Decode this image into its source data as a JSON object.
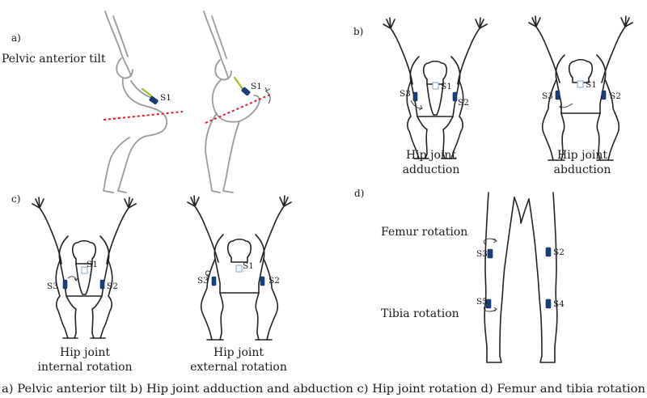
{
  "panels": {
    "a": {
      "tag": "a)",
      "title": "Pelvic anterior tilt",
      "sensor": "S1"
    },
    "b": {
      "tag": "b)",
      "left": {
        "line1": "Hip joint",
        "line2": "adduction"
      },
      "right": {
        "line1": "Hip joint",
        "line2": "abduction"
      },
      "sensors": [
        "S1",
        "S2",
        "S3"
      ]
    },
    "c": {
      "tag": "c)",
      "left": {
        "line1": "Hip joint",
        "line2": "internal rotation"
      },
      "right": {
        "line1": "Hip  joint",
        "line2": "external rotation"
      },
      "sensors": [
        "S1",
        "S2",
        "S3"
      ]
    },
    "d": {
      "tag": "d)",
      "femur": "Femur rotation",
      "tibia": "Tibia rotation",
      "sensors": [
        "S2",
        "S3",
        "S4",
        "S5"
      ]
    }
  },
  "caption": "a) Pelvic anterior tilt  b) Hip joint adduction and abduction  c) Hip joint rotation  d) Femur and tibia rotation",
  "colors": {
    "tilt_line": "#e01c2b",
    "sensor": "#17407a",
    "muscle": "#9cbf2a"
  }
}
